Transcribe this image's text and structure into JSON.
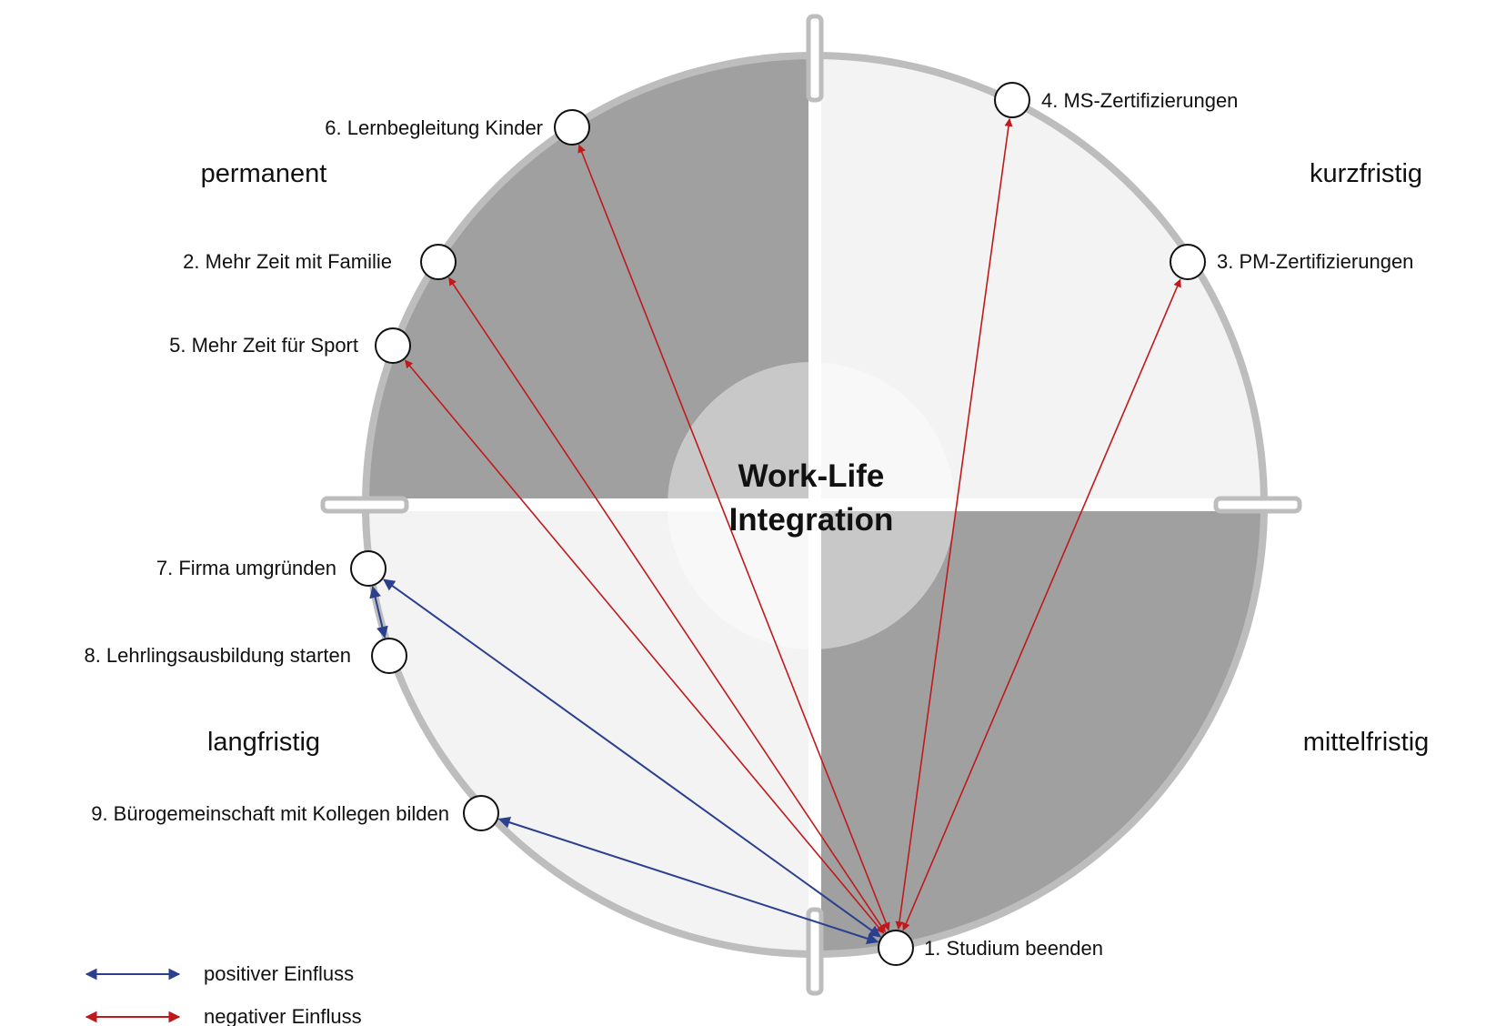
{
  "center": {
    "line1": "Work-Life",
    "line2": "Integration"
  },
  "quadrants": {
    "top_left": "permanent",
    "top_right": "kurzfristig",
    "bottom_right": "mittelfristig",
    "bottom_left": "langfristig"
  },
  "nodes": {
    "n1": "1. Studium beenden",
    "n2": "2. Mehr Zeit mit Familie",
    "n3": "3. PM-Zertifizierungen",
    "n4": "4. MS-Zertifizierungen",
    "n5": "5. Mehr Zeit für Sport",
    "n6": "6. Lernbegleitung Kinder",
    "n7": "7. Firma umgründen",
    "n8": "8. Lehrlingsausbildung starten",
    "n9": "9. Bürogemeinschaft mit Kollegen bilden"
  },
  "edges": [
    {
      "from": "n1",
      "to": "n6",
      "type": "negative"
    },
    {
      "from": "n1",
      "to": "n2",
      "type": "negative"
    },
    {
      "from": "n1",
      "to": "n5",
      "type": "negative"
    },
    {
      "from": "n1",
      "to": "n4",
      "type": "negative"
    },
    {
      "from": "n1",
      "to": "n3",
      "type": "negative"
    },
    {
      "from": "n1",
      "to": "n7",
      "type": "positive"
    },
    {
      "from": "n1",
      "to": "n9",
      "type": "positive"
    },
    {
      "from": "n7",
      "to": "n8",
      "type": "positive"
    }
  ],
  "legend": {
    "positive": "positiver Einfluss",
    "negative": "negativer Einfluss"
  },
  "colors": {
    "positive": "#2b3f8f",
    "negative": "#c0191c",
    "dark_quadrant": "#a0a0a0",
    "light_quadrant": "#f3f3f3",
    "ring": "#bdbdbd"
  }
}
